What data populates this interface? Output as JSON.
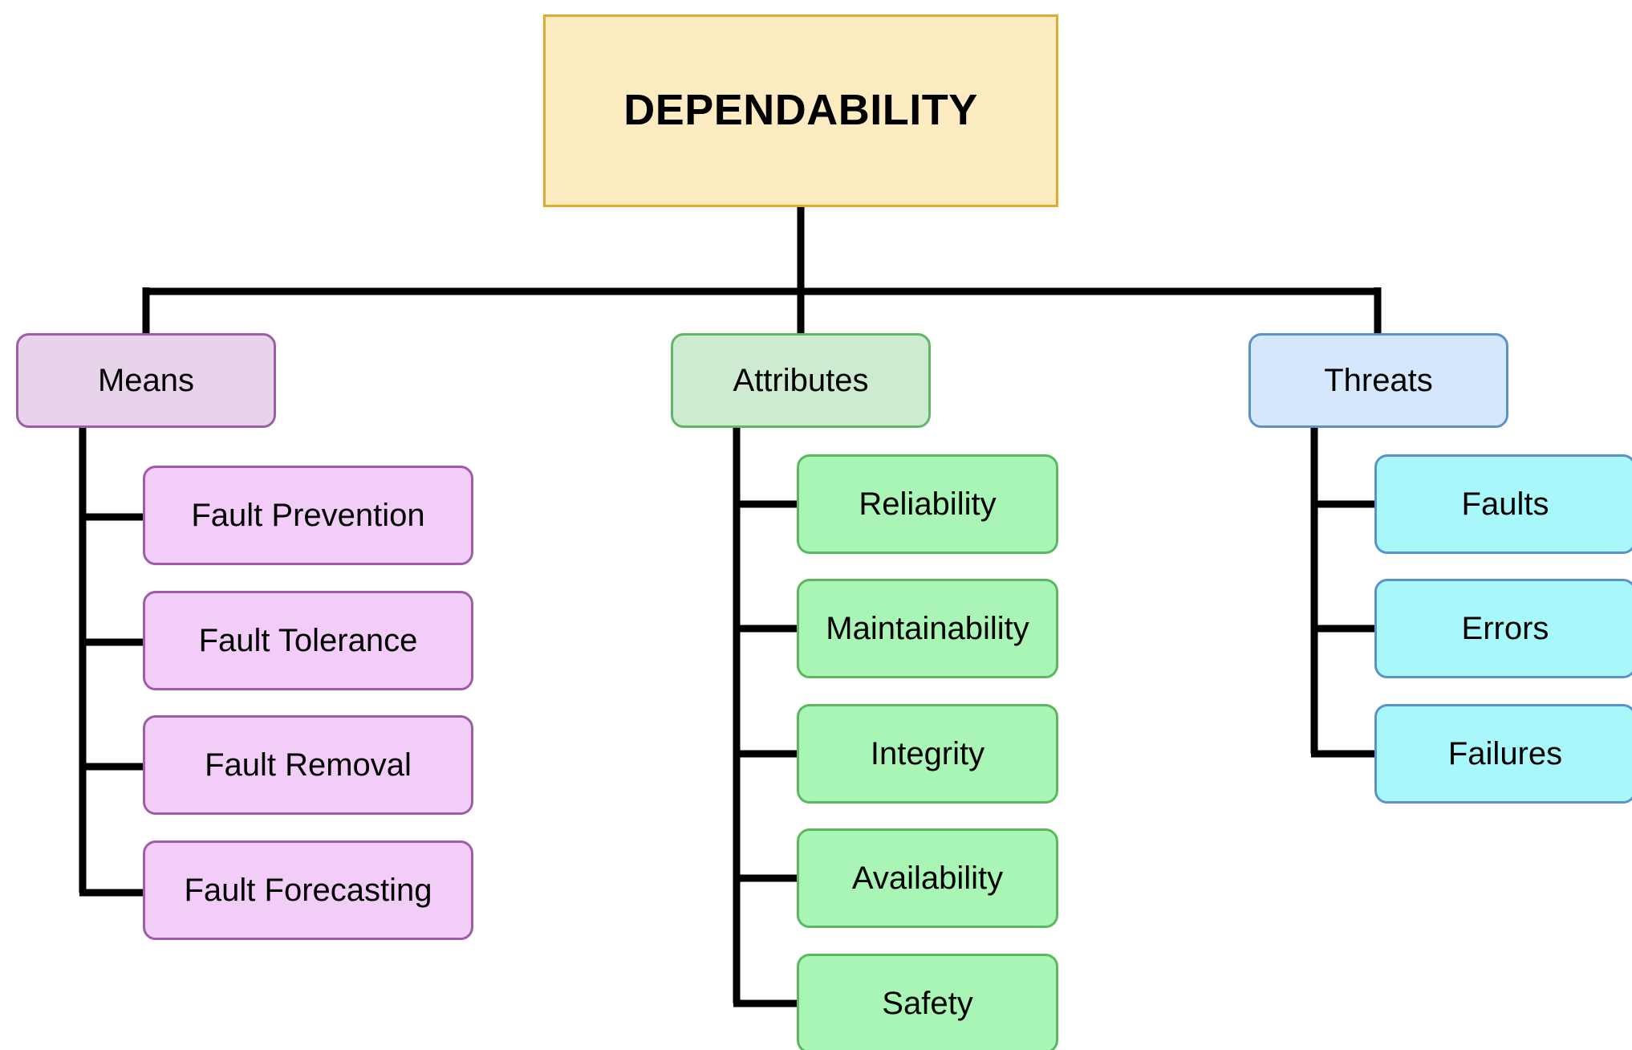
{
  "diagram": {
    "title": "DEPENDABILITY",
    "type": "tree",
    "root": {
      "label": "DEPENDABILITY",
      "fill": "#fdecc1",
      "stroke": "#e0ab2e"
    },
    "branches": [
      {
        "label": "Means",
        "fill": "#e7d4ea",
        "stroke": "#9c5fa5",
        "leaf_fill": "#f2cdf8",
        "children": [
          {
            "label": "Fault Prevention"
          },
          {
            "label": "Fault Tolerance"
          },
          {
            "label": "Fault Removal"
          },
          {
            "label": "Fault Forecasting"
          }
        ]
      },
      {
        "label": "Attributes",
        "fill": "#ccebd0",
        "stroke": "#63b567",
        "leaf_fill": "#a8f5b5",
        "children": [
          {
            "label": "Reliability"
          },
          {
            "label": "Maintainability"
          },
          {
            "label": "Integrity"
          },
          {
            "label": "Availability"
          },
          {
            "label": "Safety"
          }
        ]
      },
      {
        "label": "Threats",
        "fill": "#d5e8fb",
        "stroke": "#5a92c9",
        "leaf_fill": "#a8f8fb",
        "children": [
          {
            "label": "Faults"
          },
          {
            "label": "Errors"
          },
          {
            "label": "Failures"
          }
        ]
      }
    ],
    "connector_color": "#000000"
  }
}
